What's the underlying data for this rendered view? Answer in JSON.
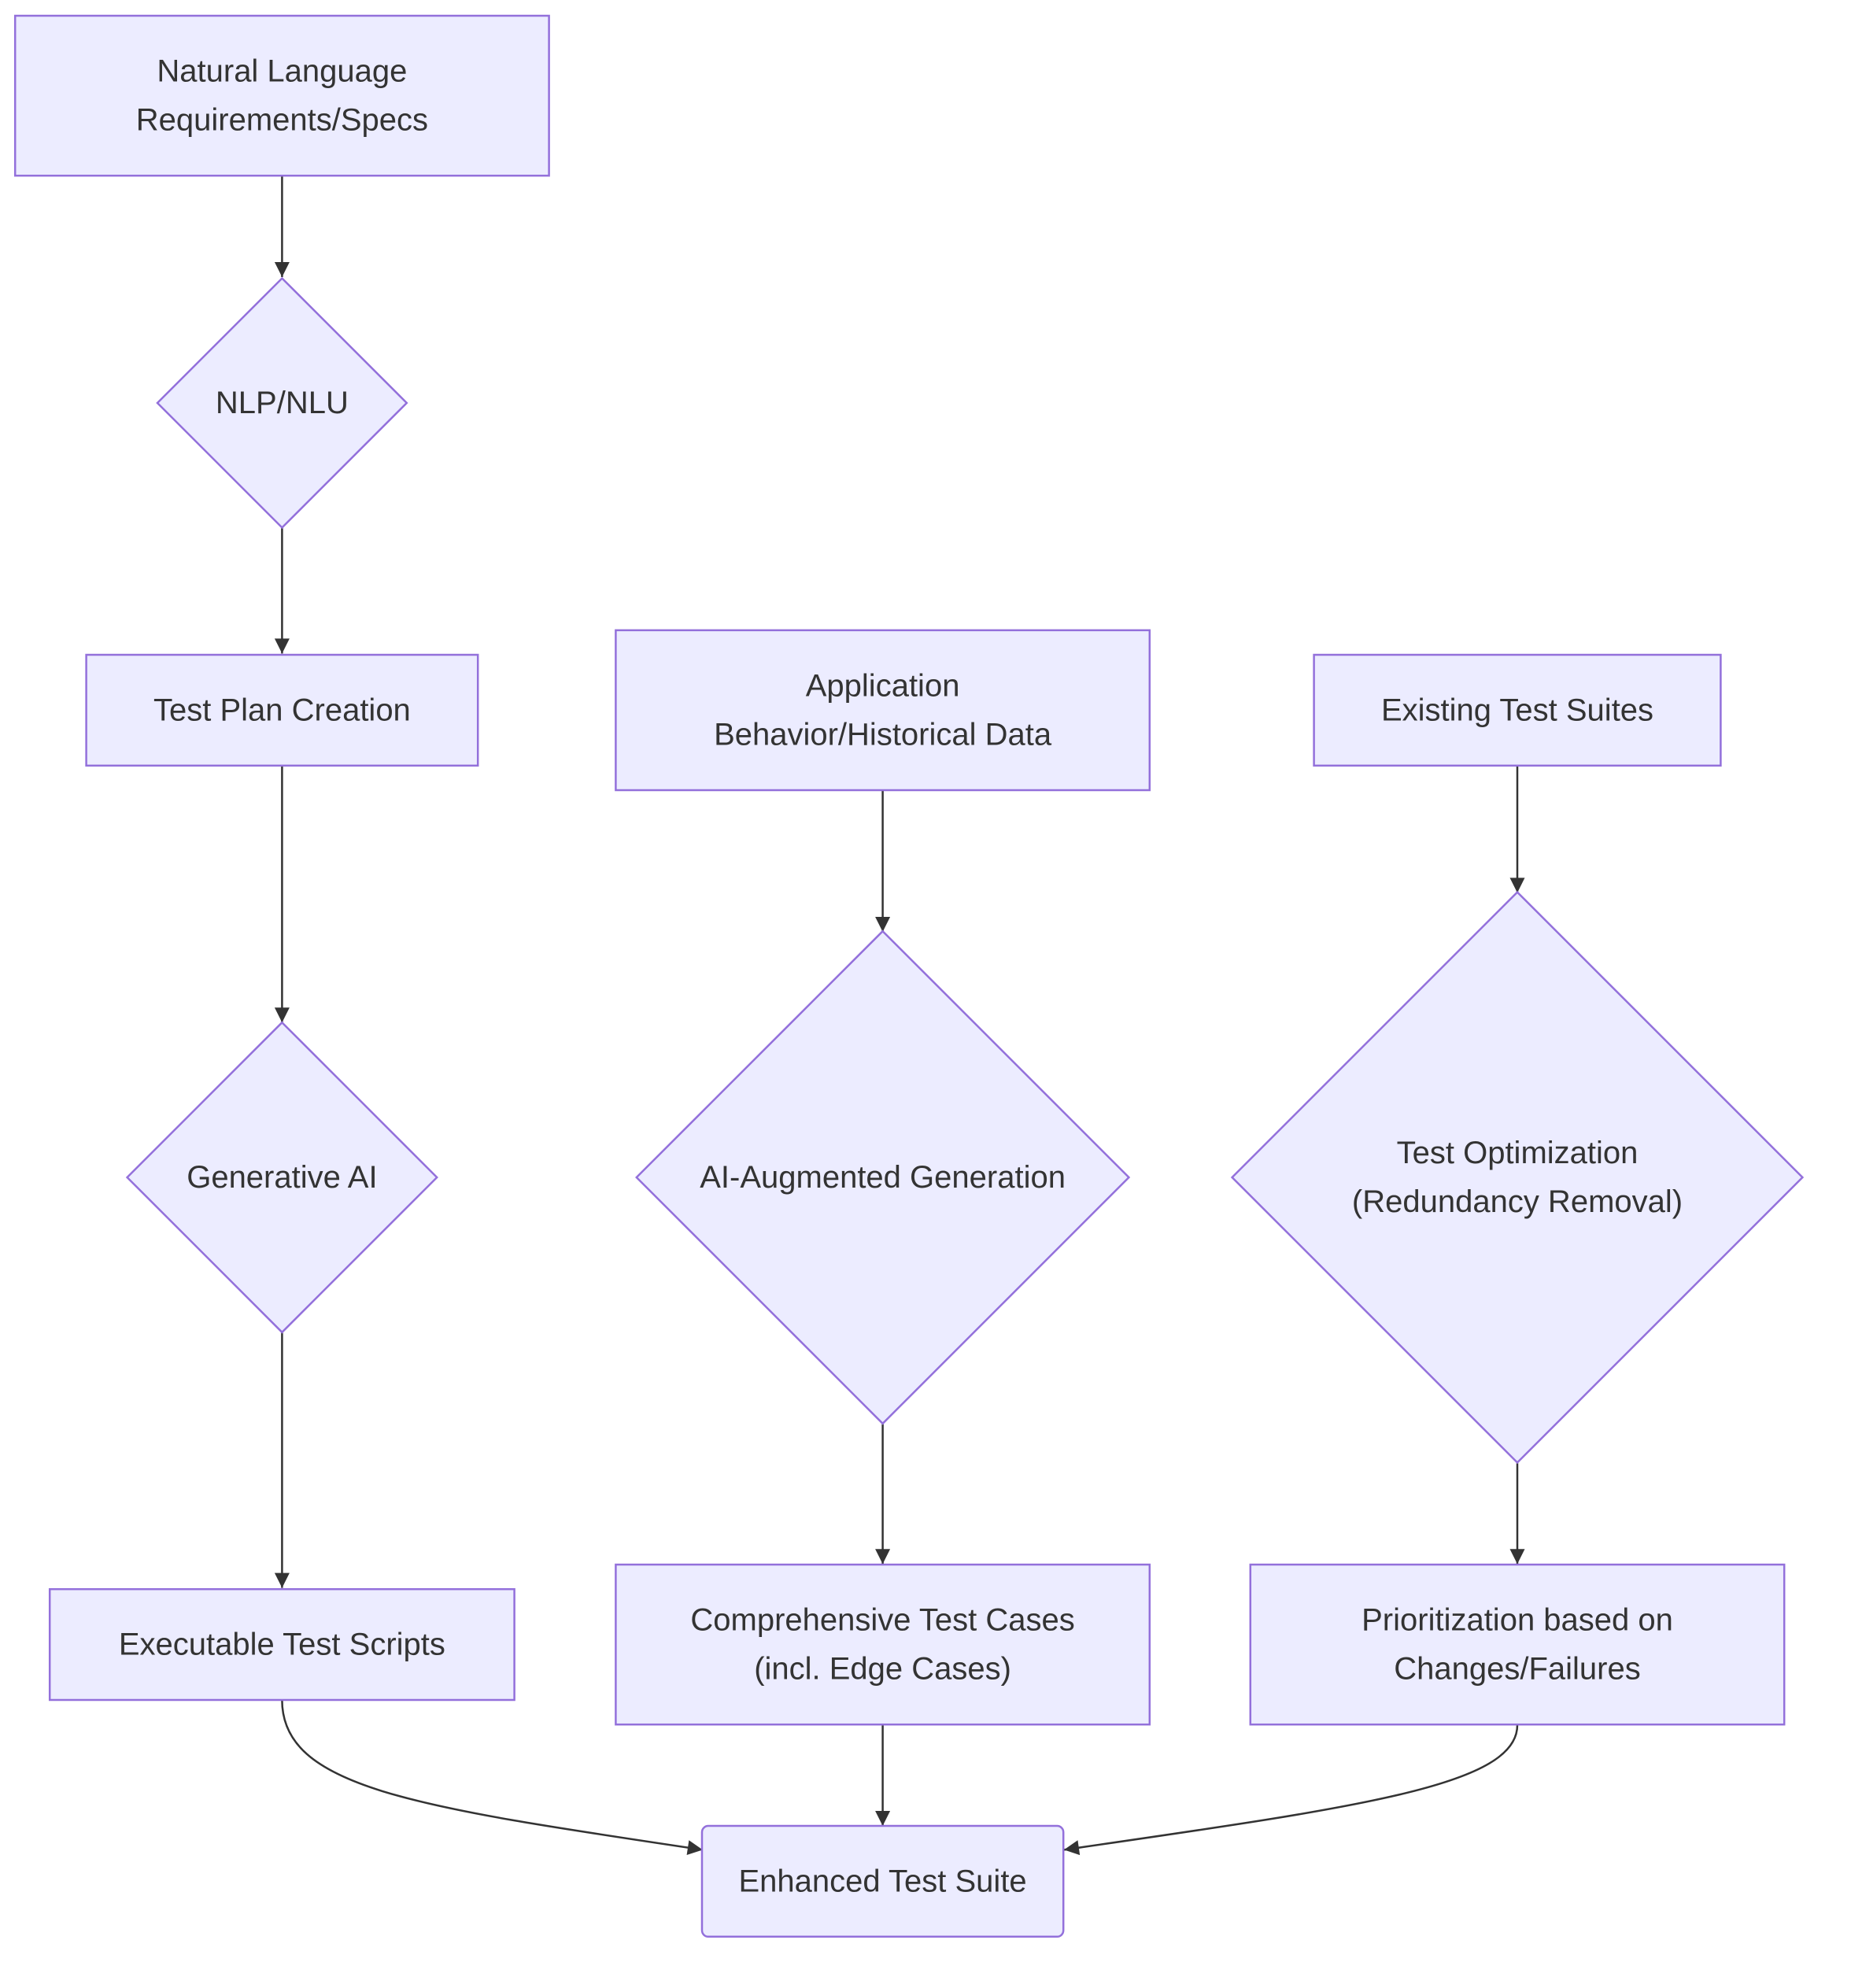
{
  "diagram": {
    "type": "flowchart",
    "nodes": {
      "requirements": {
        "shape": "rect",
        "lines": [
          "Natural Language",
          "Requirements/Specs"
        ]
      },
      "nlp": {
        "shape": "diamond",
        "lines": [
          "NLP/NLU"
        ]
      },
      "test_plan": {
        "shape": "rect",
        "lines": [
          "Test Plan Creation"
        ]
      },
      "generative_ai": {
        "shape": "diamond",
        "lines": [
          "Generative AI"
        ]
      },
      "scripts": {
        "shape": "rect",
        "lines": [
          "Executable Test Scripts"
        ]
      },
      "app_behavior": {
        "shape": "rect",
        "lines": [
          "Application",
          "Behavior/Historical Data"
        ]
      },
      "ai_augmented": {
        "shape": "diamond",
        "lines": [
          "AI-Augmented Generation"
        ]
      },
      "test_cases": {
        "shape": "rect",
        "lines": [
          "Comprehensive Test Cases",
          "(incl. Edge Cases)"
        ]
      },
      "existing_suites": {
        "shape": "rect",
        "lines": [
          "Existing Test Suites"
        ]
      },
      "optimization": {
        "shape": "diamond",
        "lines": [
          "Test Optimization",
          "(Redundancy Removal)"
        ]
      },
      "prioritization": {
        "shape": "rect",
        "lines": [
          "Prioritization based on",
          "Changes/Failures"
        ]
      },
      "enhanced_suite": {
        "shape": "round-rect",
        "lines": [
          "Enhanced Test Suite"
        ]
      }
    },
    "edges": [
      {
        "from": "requirements",
        "to": "nlp"
      },
      {
        "from": "nlp",
        "to": "test_plan"
      },
      {
        "from": "test_plan",
        "to": "generative_ai"
      },
      {
        "from": "generative_ai",
        "to": "scripts"
      },
      {
        "from": "app_behavior",
        "to": "ai_augmented"
      },
      {
        "from": "ai_augmented",
        "to": "test_cases"
      },
      {
        "from": "existing_suites",
        "to": "optimization"
      },
      {
        "from": "optimization",
        "to": "prioritization"
      },
      {
        "from": "scripts",
        "to": "enhanced_suite"
      },
      {
        "from": "test_cases",
        "to": "enhanced_suite"
      },
      {
        "from": "prioritization",
        "to": "enhanced_suite"
      }
    ]
  },
  "colors": {
    "node_fill": "#ececff",
    "node_stroke": "#9370db",
    "edge": "#333333",
    "text": "#333333",
    "background": "#ffffff"
  }
}
